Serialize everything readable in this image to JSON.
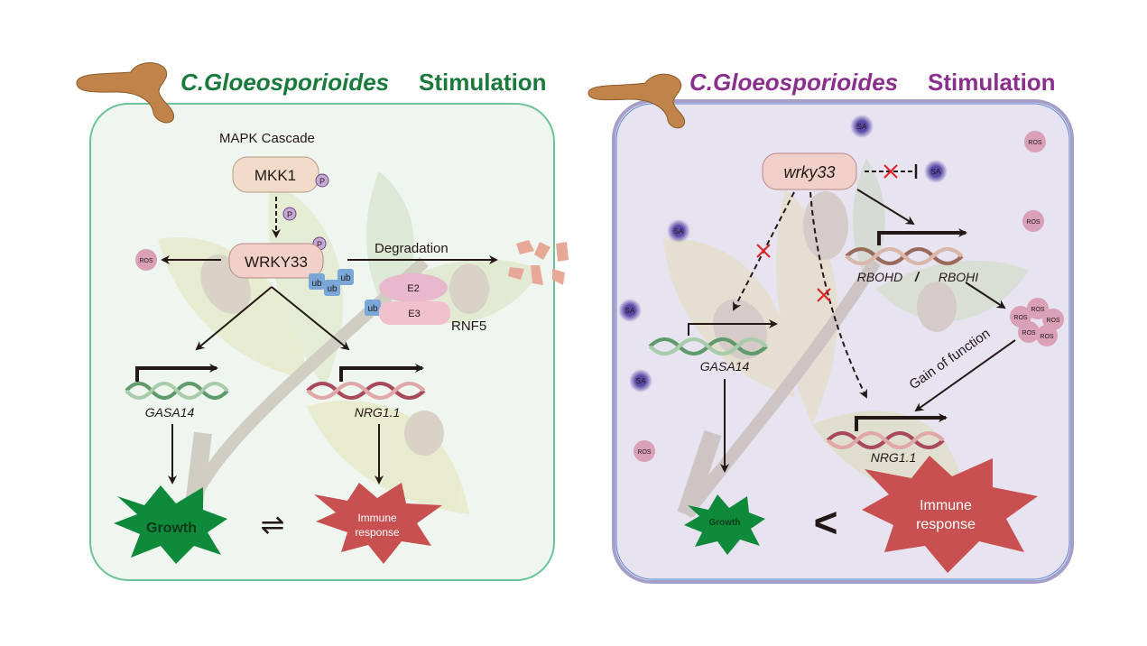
{
  "colors": {
    "left_title": "#1a7a3c",
    "right_title": "#8b2f8f",
    "left_panel_fill": "#eff5ef",
    "right_panel_fill": "#e7e3f1",
    "fungus": "#c0834a",
    "growth": "#0e8a3a",
    "immune": "#c85050",
    "ros": "#d9a0b8",
    "sa": "#4a3a9a",
    "ub": "#7aa6d8",
    "inhibit_x": "#e02020"
  },
  "left_panel": {
    "title_species": "C.Gloeosporioides",
    "title_word": "Stimulation",
    "mapk_label": "MAPK Cascade",
    "mkk1": "MKK1",
    "phospho": "P",
    "wrky33": "WRKY33",
    "ros": "ROS",
    "ub": "ub",
    "degradation": "Degradation",
    "e2": "E2",
    "e3": "E3",
    "rnf5": "RNF5",
    "gasa14": "GASA14",
    "nrg11": "NRG1.1",
    "growth": "Growth",
    "immune_line1": "Immune",
    "immune_line2": "response",
    "equilibrium": "⇌"
  },
  "right_panel": {
    "title_species": "C.Gloeosporioides",
    "title_word": "Stimulation",
    "wrky33": "wrky33",
    "sa": "SA",
    "ros": "ROS",
    "rbohd": "RBOHD",
    "slash": "/",
    "rbohi": "RBOHI",
    "gain_of_function": "Gain of function",
    "gasa14": "GASA14",
    "nrg11": "NRG1.1",
    "growth": "Growth",
    "less_than": "<",
    "immune_line1": "Immune",
    "immune_line2": "response"
  }
}
